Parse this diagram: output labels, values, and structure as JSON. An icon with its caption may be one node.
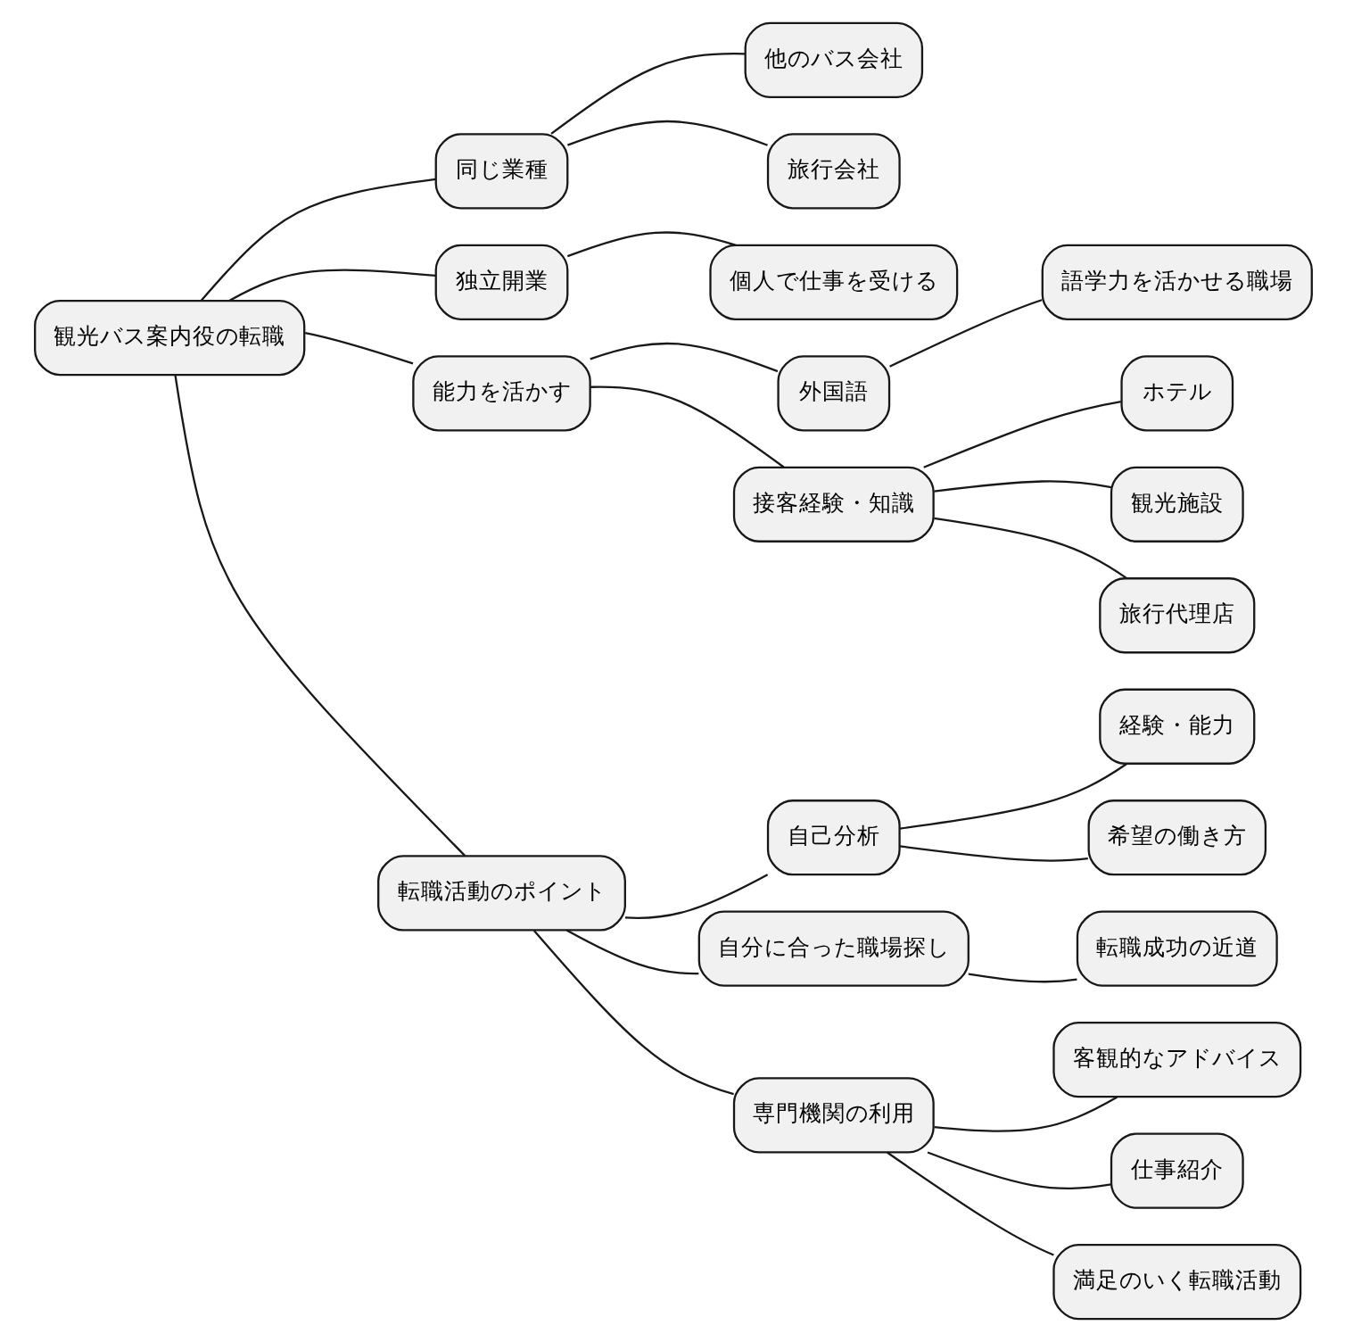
{
  "diagram": {
    "nodes": [
      {
        "text": [
          "観光バス案内役の転職"
        ]
      },
      {
        "text": [
          "同じ業種"
        ]
      },
      {
        "text": [
          "他のバス会社"
        ]
      },
      {
        "text": [
          "旅行会社"
        ]
      },
      {
        "text": [
          "独立開業"
        ]
      },
      {
        "text": [
          "個人で仕事を受ける"
        ]
      },
      {
        "text": [
          "能力を活かす"
        ]
      },
      {
        "text": [
          "外国語"
        ]
      },
      {
        "text": [
          "語学力を活かせる職場"
        ]
      },
      {
        "text": [
          "接客経験・知識"
        ]
      },
      {
        "text": [
          "ホテル"
        ]
      },
      {
        "text": [
          "観光施設"
        ]
      },
      {
        "text": [
          "旅行代理店"
        ]
      },
      {
        "text": [
          "転職活動のポイント"
        ]
      },
      {
        "text": [
          "自己分析"
        ]
      },
      {
        "text": [
          "経験・能力"
        ]
      },
      {
        "text": [
          "希望の働き方"
        ]
      },
      {
        "text": [
          "自分に合った職場探し"
        ]
      },
      {
        "text": [
          "転職成功の近道"
        ]
      },
      {
        "text": [
          "専門機関の利用"
        ]
      },
      {
        "text": [
          "客観的なアドバイス"
        ]
      },
      {
        "text": [
          "仕事紹介"
        ]
      },
      {
        "text": [
          "満足のいく転職活動"
        ]
      }
    ],
    "edges": [
      {
        "from": 0,
        "to": 1,
        "arrow": "none"
      },
      {
        "from": 1,
        "to": 2,
        "arrow": "none"
      },
      {
        "from": 1,
        "to": 3,
        "arrow": "none"
      },
      {
        "from": 0,
        "to": 4,
        "arrow": "none"
      },
      {
        "from": 4,
        "to": 5,
        "arrow": "none"
      },
      {
        "from": 0,
        "to": 6,
        "arrow": "none"
      },
      {
        "from": 6,
        "to": 7,
        "arrow": "none"
      },
      {
        "from": 7,
        "to": 8,
        "arrow": "none"
      },
      {
        "from": 6,
        "to": 9,
        "arrow": "none"
      },
      {
        "from": 9,
        "to": 10,
        "arrow": "none"
      },
      {
        "from": 9,
        "to": 11,
        "arrow": "none"
      },
      {
        "from": 9,
        "to": 12,
        "arrow": "none"
      },
      {
        "from": 0,
        "to": 13,
        "arrow": "none"
      },
      {
        "from": 13,
        "to": 14,
        "arrow": "none"
      },
      {
        "from": 14,
        "to": 15,
        "arrow": "none"
      },
      {
        "from": 14,
        "to": 16,
        "arrow": "none"
      },
      {
        "from": 13,
        "to": 17,
        "arrow": "none"
      },
      {
        "from": 17,
        "to": 18,
        "arrow": "none"
      },
      {
        "from": 13,
        "to": 19,
        "arrow": "none"
      },
      {
        "from": 19,
        "to": 20,
        "arrow": "none"
      },
      {
        "from": 19,
        "to": 21,
        "arrow": "none"
      },
      {
        "from": 19,
        "to": 22,
        "arrow": "none"
      }
    ]
  }
}
